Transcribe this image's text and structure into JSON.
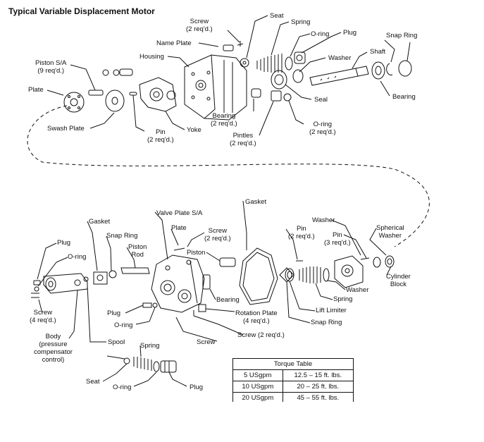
{
  "title": "Typical Variable Displacement Motor",
  "labels": {
    "screw_top": "Screw\n(2 req'd.)",
    "seat_top": "Seat",
    "spring_top": "Spring",
    "oring_top": "O-ring",
    "plug_top": "Plug",
    "snap_ring_top": "Snap Ring",
    "name_plate": "Name Plate",
    "shaft": "Shaft",
    "piston_sa": "Piston S/A\n(9 req'd.)",
    "housing": "Housing",
    "washer_top": "Washer",
    "plate_top": "Plate",
    "seal": "Seal",
    "bearing_top_right": "Bearing",
    "bearing_top": "Bearing\n(2 req'd.)",
    "oring_mid": "O-ring\n(2 req'd.)",
    "swash_plate": "Swash Plate",
    "pin_top": "Pin\n(2 req'd.)",
    "yoke": "Yoke",
    "pintles": "Pintles\n(2 req'd.)",
    "gasket_mid": "Gasket",
    "valve_plate_sa": "Valve Plate S/A",
    "gasket_left": "Gasket",
    "plate_mid": "Plate",
    "screw_mid": "Screw\n(2 req'd.)",
    "washer_mid": "Washer",
    "spherical_washer": "Spherical\nWasher",
    "snap_ring_mid": "Snap Ring",
    "piston_rod": "Piston\nRod",
    "pin_mid": "Pin\n(2 req'd.)",
    "pin_mid2": "Pin\n(3 req'd.)",
    "plug_left": "Plug",
    "oring_left": "O-ring",
    "piston_mid": "Piston",
    "cylinder_block": "Cylinder\nBlock",
    "washer_low": "Washer",
    "spring_low": "Spring",
    "bearing_low": "Bearing",
    "lift_limiter": "Lift Limiter",
    "screw_left": "Screw\n(4 req'd.)",
    "plug_low": "Plug",
    "rotation_plate": "Rotation Plate\n(4 req'd.)",
    "snap_ring_low": "Snap Ring",
    "oring_low": "O-ring",
    "screw_low": "Screw (2 req'd.)",
    "body": "Body\n(pressure\ncompensator\ncontrol)",
    "spool": "Spool",
    "spring_bottom": "Spring",
    "screw_bottom": "Screw",
    "seat_bottom": "Seat",
    "oring_bottom": "O-ring",
    "plug_bottom": "Plug"
  },
  "torque_table": {
    "header": "Torque Table",
    "rows": [
      {
        "size": "5 USgpm",
        "torque": "12.5 – 15 ft. lbs."
      },
      {
        "size": "10 USgpm",
        "torque": "20 – 25 ft. lbs."
      },
      {
        "size": "20 USgpm",
        "torque": "45 – 55 ft. lbs."
      }
    ]
  }
}
